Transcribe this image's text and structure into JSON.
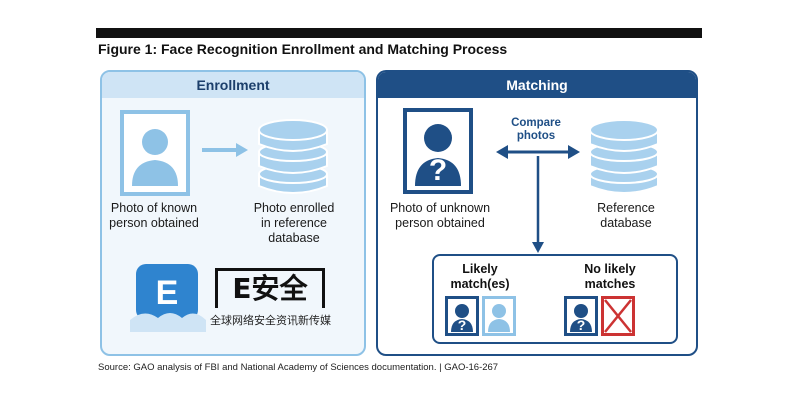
{
  "figure": {
    "title": "Figure 1: Face Recognition Enrollment and Matching Process",
    "source": "Source: GAO analysis of FBI and National Academy of Sciences documentation.  |  GAO-16-267"
  },
  "enrollment": {
    "heading": "Enrollment",
    "photo_label": [
      "Photo of known",
      "person obtained"
    ],
    "db_label": [
      "Photo enrolled",
      "in reference",
      "database"
    ]
  },
  "matching": {
    "heading": "Matching",
    "compare_label": [
      "Compare",
      "photos"
    ],
    "photo_label": [
      "Photo of unknown",
      "person obtained"
    ],
    "db_label": [
      "Reference",
      "database"
    ],
    "results": {
      "likely": [
        "Likely",
        "match(es)"
      ],
      "none": [
        "No likely",
        "matches"
      ]
    }
  },
  "watermark": {
    "letter": "E",
    "name": "E安全",
    "subtitle": "全球网络安全资讯新传媒"
  },
  "colors": {
    "navy": "#1f4f86",
    "light_blue": "#8ec2e6",
    "pale_blue": "#cfe4f5",
    "db_blue": "#a9d1ee",
    "no_match_red": "#cc3333"
  }
}
